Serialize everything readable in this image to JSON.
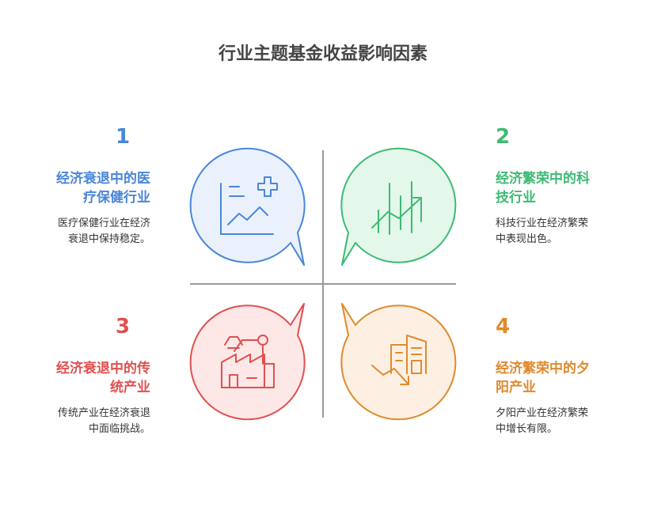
{
  "title": "行业主题基金收益影响因素",
  "quadrants": [
    {
      "number": "1",
      "heading_line1": "经济衰退中的医",
      "heading_line2": "疗保健行业",
      "desc_line1": "医疗保健行业在经济",
      "desc_line2": "衰退中保持稳定。",
      "color": "#4a86d8",
      "fill": "#eaf1fc",
      "icon": "healthcare-chart-icon"
    },
    {
      "number": "2",
      "heading_line1": "经济繁荣中的科",
      "heading_line2": "技行业",
      "desc_line1": "科技行业在经济繁荣",
      "desc_line2": "中表现出色。",
      "color": "#3dbb74",
      "fill": "#e3f7ea",
      "icon": "rising-chart-icon"
    },
    {
      "number": "3",
      "heading_line1": "经济衰退中的传",
      "heading_line2": "统产业",
      "desc_line1": "传统产业在经济衰退",
      "desc_line2": "中面临挑战。",
      "color": "#e05050",
      "fill": "#fde7e7",
      "icon": "factory-robot-arm-icon"
    },
    {
      "number": "4",
      "heading_line1": "经济繁荣中的夕",
      "heading_line2": "阳产业",
      "desc_line1": "夕阳产业在经济繁荣",
      "desc_line2": "中增长有限。",
      "color": "#e08a2e",
      "fill": "#fdf0e2",
      "icon": "declining-building-icon"
    }
  ]
}
